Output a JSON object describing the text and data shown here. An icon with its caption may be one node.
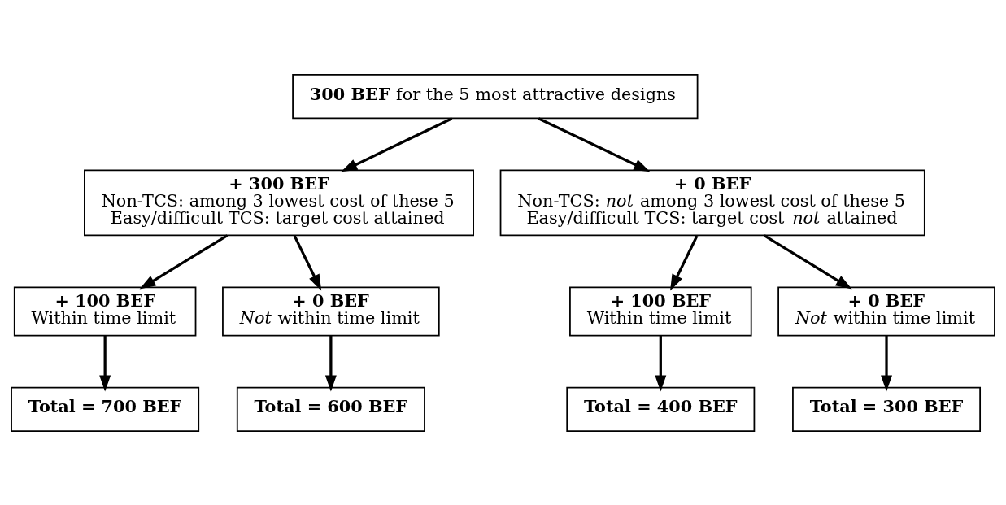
{
  "diagram": {
    "nodes": [
      {
        "text": [
          "**300 BEF** for the 5 most attractive designs"
        ]
      },
      {
        "text": [
          "+ 300 BEF",
          "Non-TCS: among 3 lowest cost of these 5",
          "Easy/difficult TCS: target cost attained"
        ]
      },
      {
        "text": [
          "+ 0 BEF",
          "Non-TCS: *not* among 3 lowest cost of these 5",
          "Easy/difficult TCS: target cost *not* attained"
        ]
      },
      {
        "text": [
          "+ 100 BEF",
          "Within time limit"
        ]
      },
      {
        "text": [
          "+ 0 BEF",
          "*Not* within time limit"
        ]
      },
      {
        "text": [
          "+ 100 BEF",
          "Within time limit"
        ]
      },
      {
        "text": [
          "+ 0 BEF",
          "*Not* within time limit"
        ]
      },
      {
        "text": [
          "Total = 700 BEF"
        ]
      },
      {
        "text": [
          "Total = 600 BEF"
        ]
      },
      {
        "text": [
          "Total = 400 BEF"
        ]
      },
      {
        "text": [
          "Total = 300 BEF"
        ]
      }
    ],
    "edges": [
      {
        "from": 0,
        "to": 1,
        "arrow": "to"
      },
      {
        "from": 0,
        "to": 2,
        "arrow": "to"
      },
      {
        "from": 1,
        "to": 3,
        "arrow": "to"
      },
      {
        "from": 1,
        "to": 4,
        "arrow": "to"
      },
      {
        "from": 2,
        "to": 5,
        "arrow": "to"
      },
      {
        "from": 2,
        "to": 6,
        "arrow": "to"
      },
      {
        "from": 3,
        "to": 7,
        "arrow": "to"
      },
      {
        "from": 4,
        "to": 8,
        "arrow": "to"
      },
      {
        "from": 5,
        "to": 9,
        "arrow": "to"
      },
      {
        "from": 6,
        "to": 10,
        "arrow": "to"
      }
    ]
  }
}
